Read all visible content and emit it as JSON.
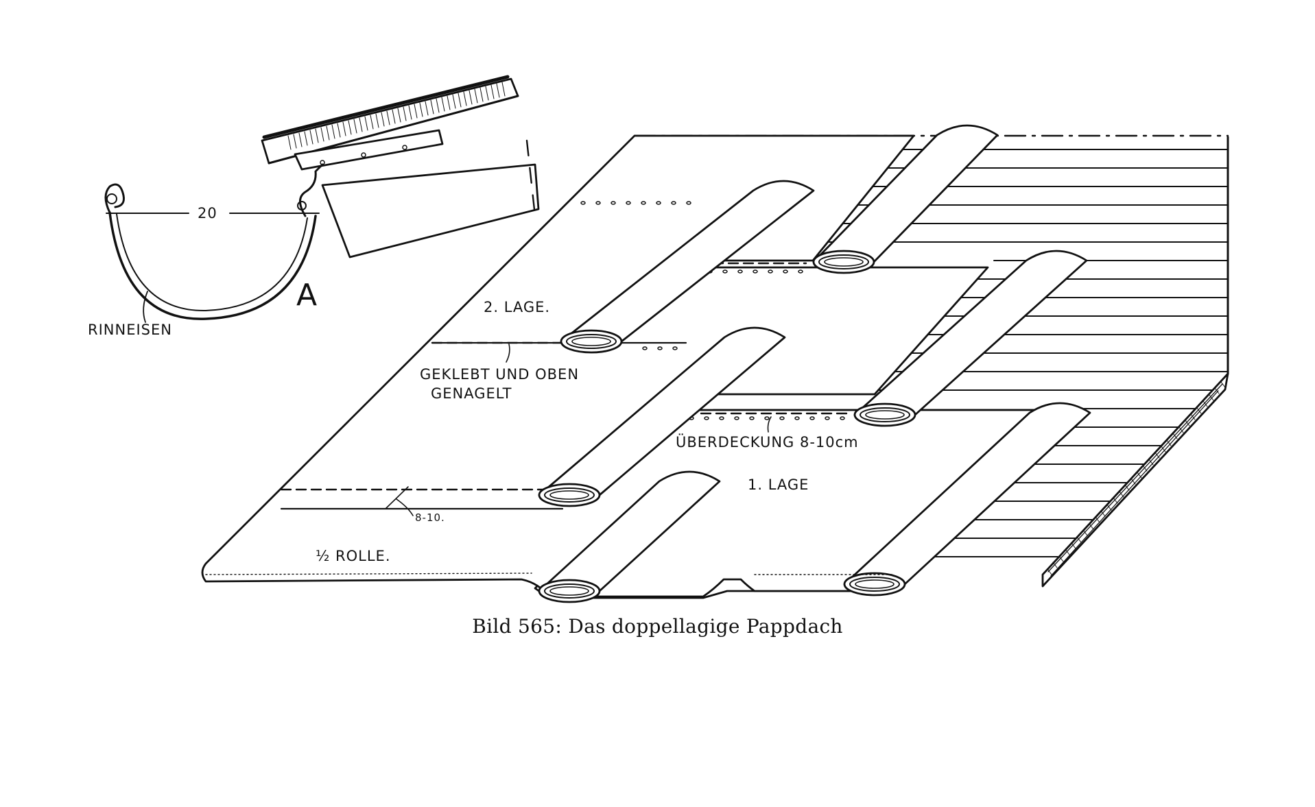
{
  "figure": {
    "caption": "Bild 565: Das doppellagige Pappdach",
    "labels": {
      "second_layer": "2. LAGE.",
      "first_layer": "1. LAGE",
      "half_roll": "½ ROLLE.",
      "glued_line1": "GEKLEBT UND OBEN",
      "glued_line2": "GENAGELT",
      "overlap": "ÜBERDECKUNG 8-10cm",
      "nail_spacing": "8-10.",
      "gutter_iron": "RINNEISEN",
      "gutter_width": "20",
      "detail_marker": "A"
    }
  }
}
